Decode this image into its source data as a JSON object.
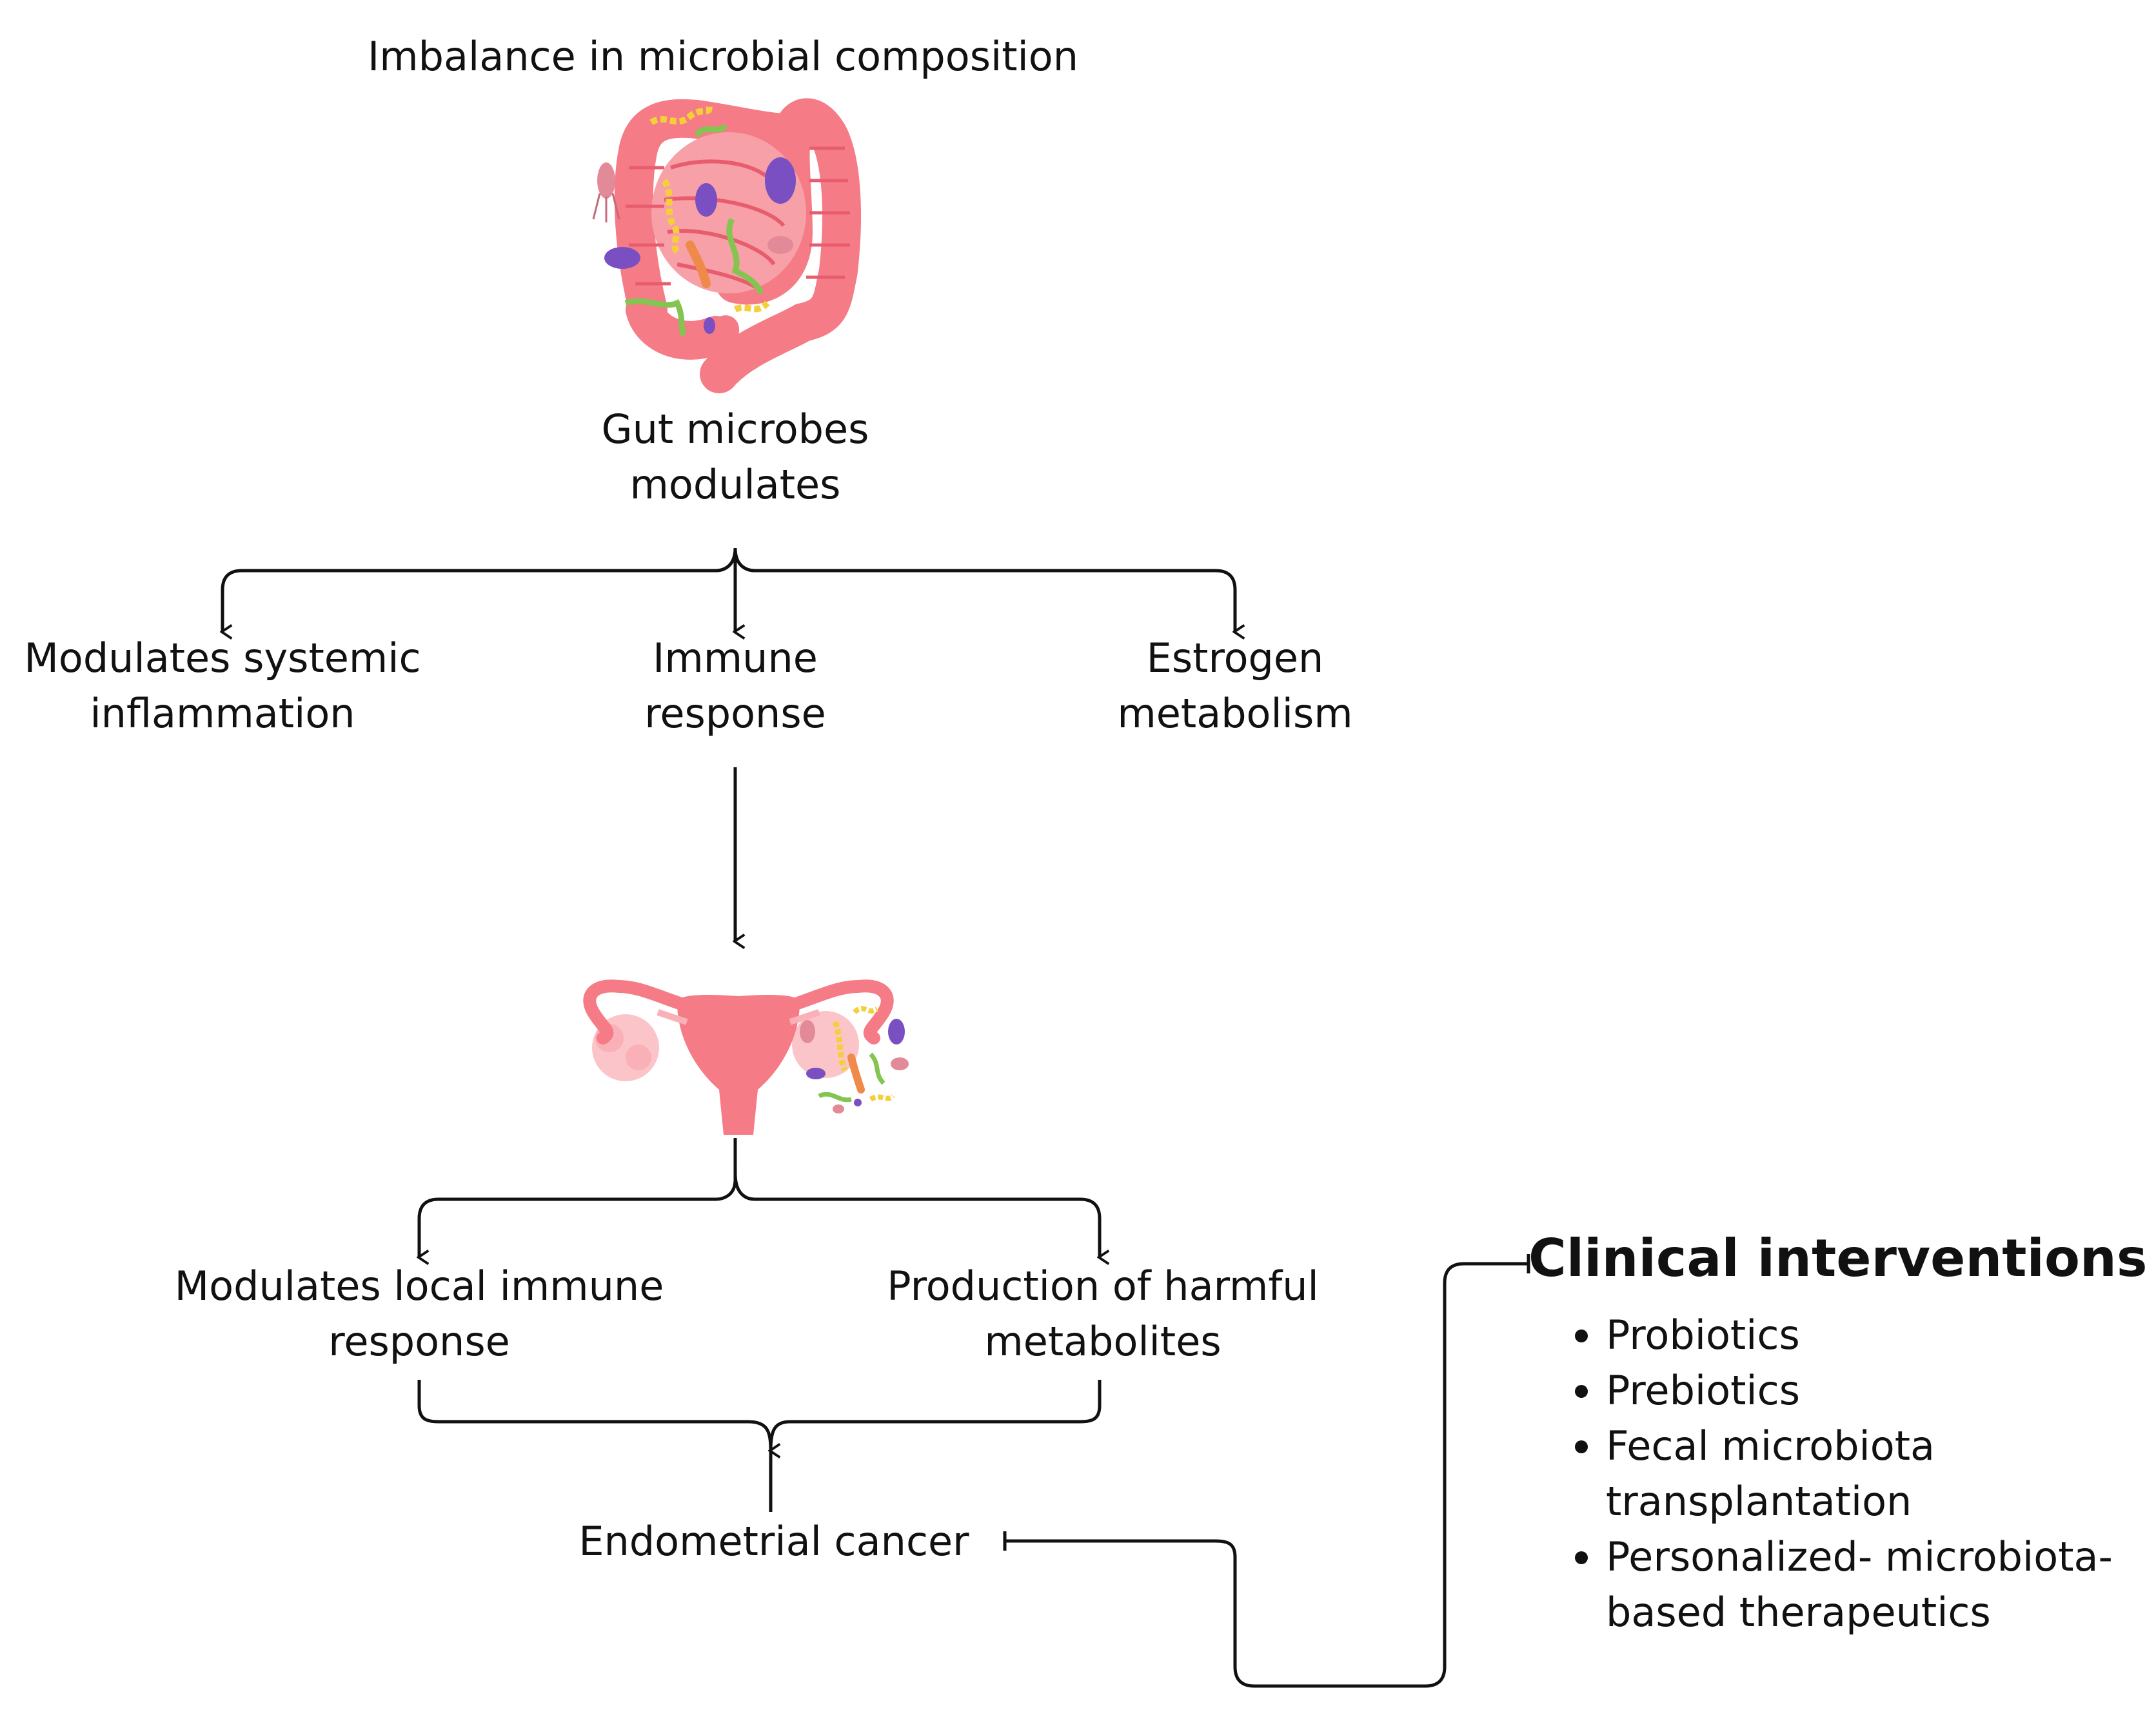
{
  "nodes": {
    "top_title": "Imbalance in microbial composition",
    "gut": [
      "Gut microbes",
      "modulates"
    ],
    "systemic": [
      "Modulates systemic",
      "inflammation"
    ],
    "immune": [
      "Immune",
      "response"
    ],
    "estrogen": [
      "Estrogen",
      "metabolism"
    ],
    "local_immune": [
      "Modulates local immune",
      "response"
    ],
    "harmful": [
      "Production of harmful",
      "metabolites"
    ],
    "cancer": "Endometrial cancer"
  },
  "interventions": {
    "title": "Clinical interventions",
    "items": [
      [
        "Probiotics"
      ],
      [
        "Prebiotics"
      ],
      [
        "Fecal microbiota",
        "transplantation"
      ],
      [
        "Personalized- microbiota-",
        "based therapeutics"
      ]
    ]
  },
  "icons": [
    "intestine-icon",
    "uterus-icon",
    "bacteria-icon"
  ],
  "colors": {
    "organ": "#f57b86",
    "organ_dark": "#e85d6d",
    "ovary": "#fbc4c8",
    "microbe_purple": "#7a4fc2",
    "microbe_yellow": "#f5cf3a",
    "microbe_green": "#84c552",
    "microbe_orange": "#f08a4b",
    "line": "#111111"
  }
}
